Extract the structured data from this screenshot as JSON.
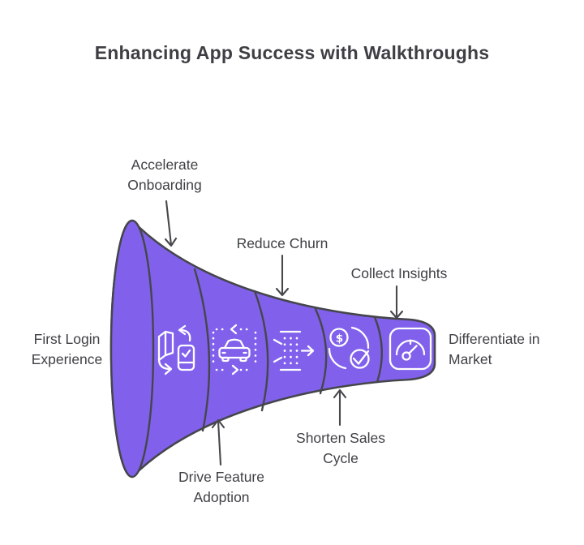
{
  "title": "Enhancing App Success with Walkthroughs",
  "diagram": {
    "type": "horizontal-funnel",
    "colors": {
      "funnel_fill": "#8161EC",
      "outline": "#45464B",
      "label_text": "#3F4045",
      "icon_stroke": "#FFFFFF",
      "background": "#FFFFFF"
    },
    "callouts": {
      "accelerate": {
        "text": "Accelerate\nOnboarding",
        "position": "top",
        "arrow": "down"
      },
      "reduce_churn": {
        "text": "Reduce Churn",
        "position": "top",
        "arrow": "down"
      },
      "collect_insights": {
        "text": "Collect Insights",
        "position": "top",
        "arrow": "down"
      },
      "first_login": {
        "text": "First Login\nExperience",
        "position": "left",
        "arrow": "none"
      },
      "differentiate": {
        "text": "Differentiate in\nMarket",
        "position": "right",
        "arrow": "none"
      },
      "drive_feature": {
        "text": "Drive Feature\nAdoption",
        "position": "bottom",
        "arrow": "up"
      },
      "shorten_sales": {
        "text": "Shorten Sales\nCycle",
        "position": "bottom",
        "arrow": "up"
      }
    },
    "segments": [
      {
        "order": 1,
        "icon": "foldable-device-swap",
        "benefit": "First Login Experience / Accelerate Onboarding"
      },
      {
        "order": 2,
        "icon": "guided-car-demo",
        "benefit": "Drive Feature Adoption"
      },
      {
        "order": 3,
        "icon": "pass-through-arrow",
        "benefit": "Reduce Churn"
      },
      {
        "order": 4,
        "icon": "dollar-cycle-check",
        "benefit": "Shorten Sales Cycle"
      },
      {
        "order": 5,
        "icon": "speedometer-gauge",
        "benefit": "Collect Insights / Differentiate in Market"
      }
    ],
    "icon_glyphs": {
      "dollar": "$"
    }
  }
}
